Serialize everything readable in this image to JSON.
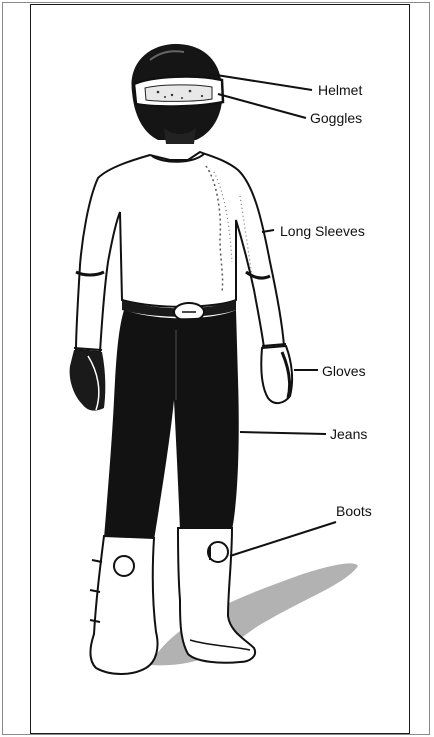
{
  "labels": {
    "helmet": "Helmet",
    "goggles": "Goggles",
    "long_sleeves": "Long Sleeves",
    "gloves": "Gloves",
    "jeans": "Jeans",
    "boots": "Boots"
  },
  "colors": {
    "ink": "#111111",
    "shadow": "#9a9a9a",
    "clothing_light": "#ffffff"
  }
}
